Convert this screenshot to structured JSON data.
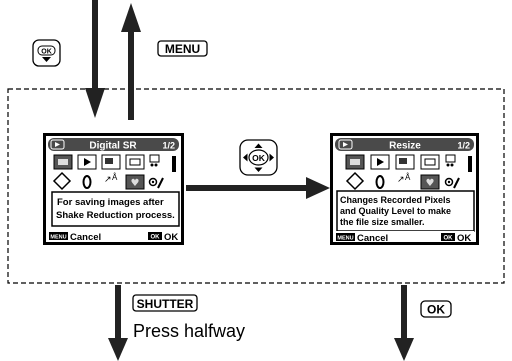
{
  "buttons": {
    "ok_top": "OK",
    "menu": "MENU",
    "ok_nav": "OK",
    "shutter": "SHUTTER",
    "ok_bottom": "OK"
  },
  "caption": "Press halfway",
  "screens": [
    {
      "title": "Digital SR",
      "page": "1/2",
      "description": [
        "For saving images after",
        "Shake Reduction process."
      ],
      "menu_key": "MENU",
      "cancel": "Cancel",
      "ok_key": "OK",
      "ok": "OK"
    },
    {
      "title": "Resize",
      "page": "1/2",
      "description": [
        "Changes Recorded Pixels",
        "and Quality Level to make",
        "the file size smaller."
      ],
      "menu_key": "MENU",
      "cancel": "Cancel",
      "ok_key": "OK",
      "ok": "OK"
    }
  ],
  "icons": [
    "play-icon",
    "camera-mode-icon",
    "playback-icon",
    "digital-sr-icon",
    "resize-icon",
    "slideshow-icon",
    "rotate-icon",
    "frame-icon",
    "color-filter-icon",
    "favorite-icon",
    "red-eye-icon"
  ]
}
